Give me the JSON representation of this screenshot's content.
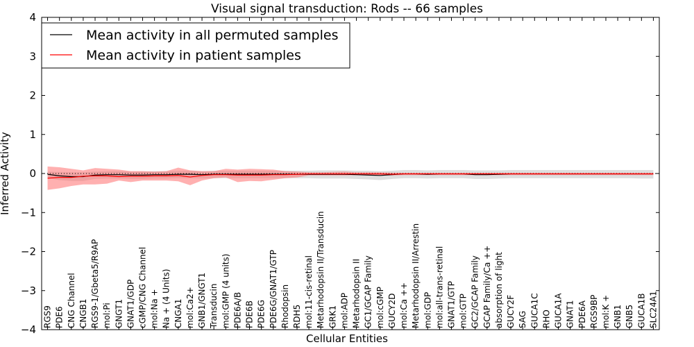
{
  "chart_data": {
    "type": "line",
    "title": "Visual signal transduction: Rods -- 66 samples",
    "xlabel": "Cellular Entities",
    "ylabel": "Inferred Activity",
    "ylim": [
      -4,
      4
    ],
    "yticks": [
      "4",
      "3",
      "2",
      "1",
      "0",
      "−1",
      "−2",
      "−3",
      "−4"
    ],
    "grid": false,
    "legend_position": "top-left",
    "categories": [
      "RGS9",
      "PDE6",
      "CNG Channel",
      "CNGB1",
      "RGS9-1/Gbeta5/R9AP",
      "mol:Pi",
      "GNGT1",
      "GNAT1/GDP",
      "cGMP/CNG Channel",
      "mol:Na +",
      "Na + (4 Units)",
      "CNGA1",
      "mol:Ca2+",
      "GNB1/GNGT1",
      "Transducin",
      "mol:GMP (4 units)",
      "PDE6A/B",
      "PDE6B",
      "PDE6G",
      "PDE6G/GNAT1/GTP",
      "Rhodopsin",
      "RDH5",
      "mol:11-cis-retinal",
      "Metarhodopsin II/Transducin",
      "GRK1",
      "mol:ADP",
      "Metarhodopsin II",
      "GC1/GCAP Family",
      "mol:cGMP",
      "GUCY2D",
      "mol:Ca ++",
      "Metarhodopsin II/Arrestin",
      "mol:GDP",
      "mol:all-trans-retinal",
      "GNAT1/GTP",
      "mol:GTP",
      "GC2/GCAP Family",
      "GCAP Family/Ca ++",
      "absorption of light",
      "GUCY2F",
      "SAG",
      "GUCA1C",
      "RHO",
      "GUCA1A",
      "GNAT1",
      "PDE6A",
      "RGS9BP",
      "mol:K +",
      "GNB1",
      "GNB5",
      "GUCA1B",
      "SLC24A1"
    ],
    "series": [
      {
        "name": "Mean activity in all permuted samples",
        "color": "#000000",
        "values": [
          -0.02,
          -0.06,
          -0.08,
          -0.08,
          -0.04,
          -0.03,
          -0.03,
          -0.04,
          -0.04,
          -0.03,
          -0.03,
          -0.02,
          -0.02,
          -0.03,
          -0.02,
          -0.02,
          -0.02,
          -0.02,
          -0.02,
          -0.02,
          -0.02,
          -0.02,
          -0.02,
          -0.02,
          -0.02,
          -0.02,
          -0.03,
          -0.04,
          -0.05,
          -0.03,
          -0.01,
          -0.01,
          -0.02,
          -0.01,
          -0.01,
          -0.01,
          -0.03,
          -0.03,
          -0.02,
          -0.01,
          -0.01,
          -0.01,
          -0.01,
          -0.01,
          -0.01,
          -0.01,
          -0.01,
          -0.01,
          -0.01,
          -0.01,
          -0.01,
          -0.01
        ],
        "band_lower": [
          -0.12,
          -0.17,
          -0.19,
          -0.19,
          -0.14,
          -0.13,
          -0.13,
          -0.14,
          -0.14,
          -0.13,
          -0.13,
          -0.12,
          -0.12,
          -0.13,
          -0.12,
          -0.12,
          -0.12,
          -0.12,
          -0.12,
          -0.12,
          -0.12,
          -0.12,
          -0.12,
          -0.13,
          -0.13,
          -0.13,
          -0.14,
          -0.15,
          -0.17,
          -0.14,
          -0.12,
          -0.12,
          -0.13,
          -0.12,
          -0.12,
          -0.12,
          -0.14,
          -0.14,
          -0.13,
          -0.12,
          -0.12,
          -0.12,
          -0.12,
          -0.12,
          -0.12,
          -0.12,
          -0.12,
          -0.12,
          -0.12,
          -0.12,
          -0.13,
          -0.13
        ],
        "band_upper": [
          0.05,
          0.04,
          0.03,
          0.03,
          0.05,
          0.06,
          0.06,
          0.05,
          0.05,
          0.06,
          0.06,
          0.07,
          0.07,
          0.06,
          0.07,
          0.07,
          0.07,
          0.07,
          0.07,
          0.07,
          0.07,
          0.07,
          0.07,
          0.08,
          0.08,
          0.08,
          0.07,
          0.07,
          0.06,
          0.07,
          0.09,
          0.09,
          0.08,
          0.09,
          0.09,
          0.09,
          0.08,
          0.08,
          0.08,
          0.09,
          0.09,
          0.09,
          0.09,
          0.09,
          0.09,
          0.09,
          0.09,
          0.09,
          0.09,
          0.09,
          0.09,
          0.09
        ]
      },
      {
        "name": "Mean activity in patient samples",
        "color": "#ff0000",
        "values": [
          -0.12,
          -0.1,
          -0.1,
          -0.07,
          -0.06,
          -0.06,
          -0.08,
          -0.07,
          -0.07,
          -0.06,
          -0.06,
          -0.05,
          -0.09,
          -0.05,
          -0.03,
          -0.03,
          -0.04,
          -0.04,
          -0.04,
          -0.03,
          -0.03,
          -0.02,
          -0.01,
          -0.01,
          -0.01,
          -0.01,
          -0.01,
          -0.01,
          -0.01,
          -0.02,
          -0.01,
          -0.01,
          -0.01,
          -0.01,
          -0.01,
          -0.01,
          -0.01,
          -0.01,
          -0.01,
          -0.01,
          -0.01,
          -0.01,
          -0.01,
          -0.01,
          -0.01,
          -0.01,
          -0.01,
          -0.01,
          -0.01,
          -0.01,
          -0.01,
          -0.01
        ],
        "band_lower": [
          -0.42,
          -0.38,
          -0.32,
          -0.28,
          -0.28,
          -0.26,
          -0.18,
          -0.22,
          -0.18,
          -0.18,
          -0.18,
          -0.2,
          -0.3,
          -0.18,
          -0.12,
          -0.1,
          -0.22,
          -0.19,
          -0.2,
          -0.16,
          -0.12,
          -0.1,
          -0.05,
          -0.05,
          -0.05,
          -0.05,
          -0.04,
          -0.04,
          -0.04,
          -0.05,
          -0.04,
          -0.04,
          -0.04,
          -0.04,
          -0.04,
          -0.04,
          -0.04,
          -0.04,
          -0.04,
          -0.04,
          -0.04,
          -0.04,
          -0.04,
          -0.04,
          -0.04,
          -0.04,
          -0.04,
          -0.04,
          -0.04,
          -0.04,
          -0.04,
          -0.04
        ],
        "band_upper": [
          0.18,
          0.16,
          0.12,
          0.08,
          0.14,
          0.12,
          0.1,
          0.06,
          0.06,
          0.05,
          0.06,
          0.15,
          0.08,
          0.06,
          0.06,
          0.12,
          0.1,
          0.12,
          0.11,
          0.1,
          0.06,
          0.05,
          0.03,
          0.03,
          0.04,
          0.05,
          0.03,
          0.03,
          0.03,
          0.02,
          0.02,
          0.02,
          0.02,
          0.02,
          0.02,
          0.02,
          0.02,
          0.02,
          0.02,
          0.02,
          0.02,
          0.02,
          0.02,
          0.02,
          0.02,
          0.02,
          0.02,
          0.02,
          0.02,
          0.02,
          0.02,
          0.02
        ]
      }
    ],
    "reference_line": {
      "value": 0,
      "style": "dotted",
      "color": "#000000"
    },
    "band_colors": {
      "permuted": "#c8c8c8",
      "patient": "#ff7070"
    }
  }
}
